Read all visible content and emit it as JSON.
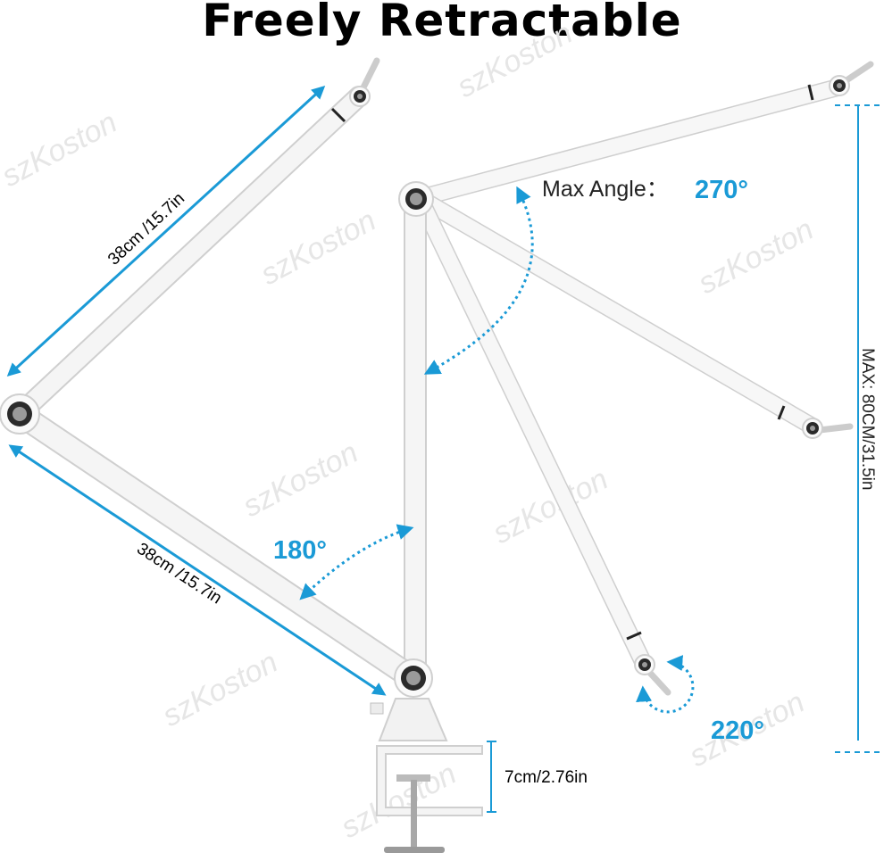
{
  "title": "Freely Retractable",
  "watermark": "szKoston",
  "labels": {
    "upper_arm_length": "38cm /15.7in",
    "lower_arm_length": "38cm /15.7in",
    "max_angle_prefix": "Max Angle：",
    "max_angle_value": "270°",
    "angle_180": "180°",
    "angle_220": "220°",
    "max_height": "MAX: 80CM/31.5in",
    "clamp_opening": "7cm/2.76in"
  },
  "colors": {
    "accent": "#1a9ad6",
    "arm": "#f4f4f4",
    "arm_outline": "#cfcfcf",
    "joint": "#2b2b2b"
  }
}
